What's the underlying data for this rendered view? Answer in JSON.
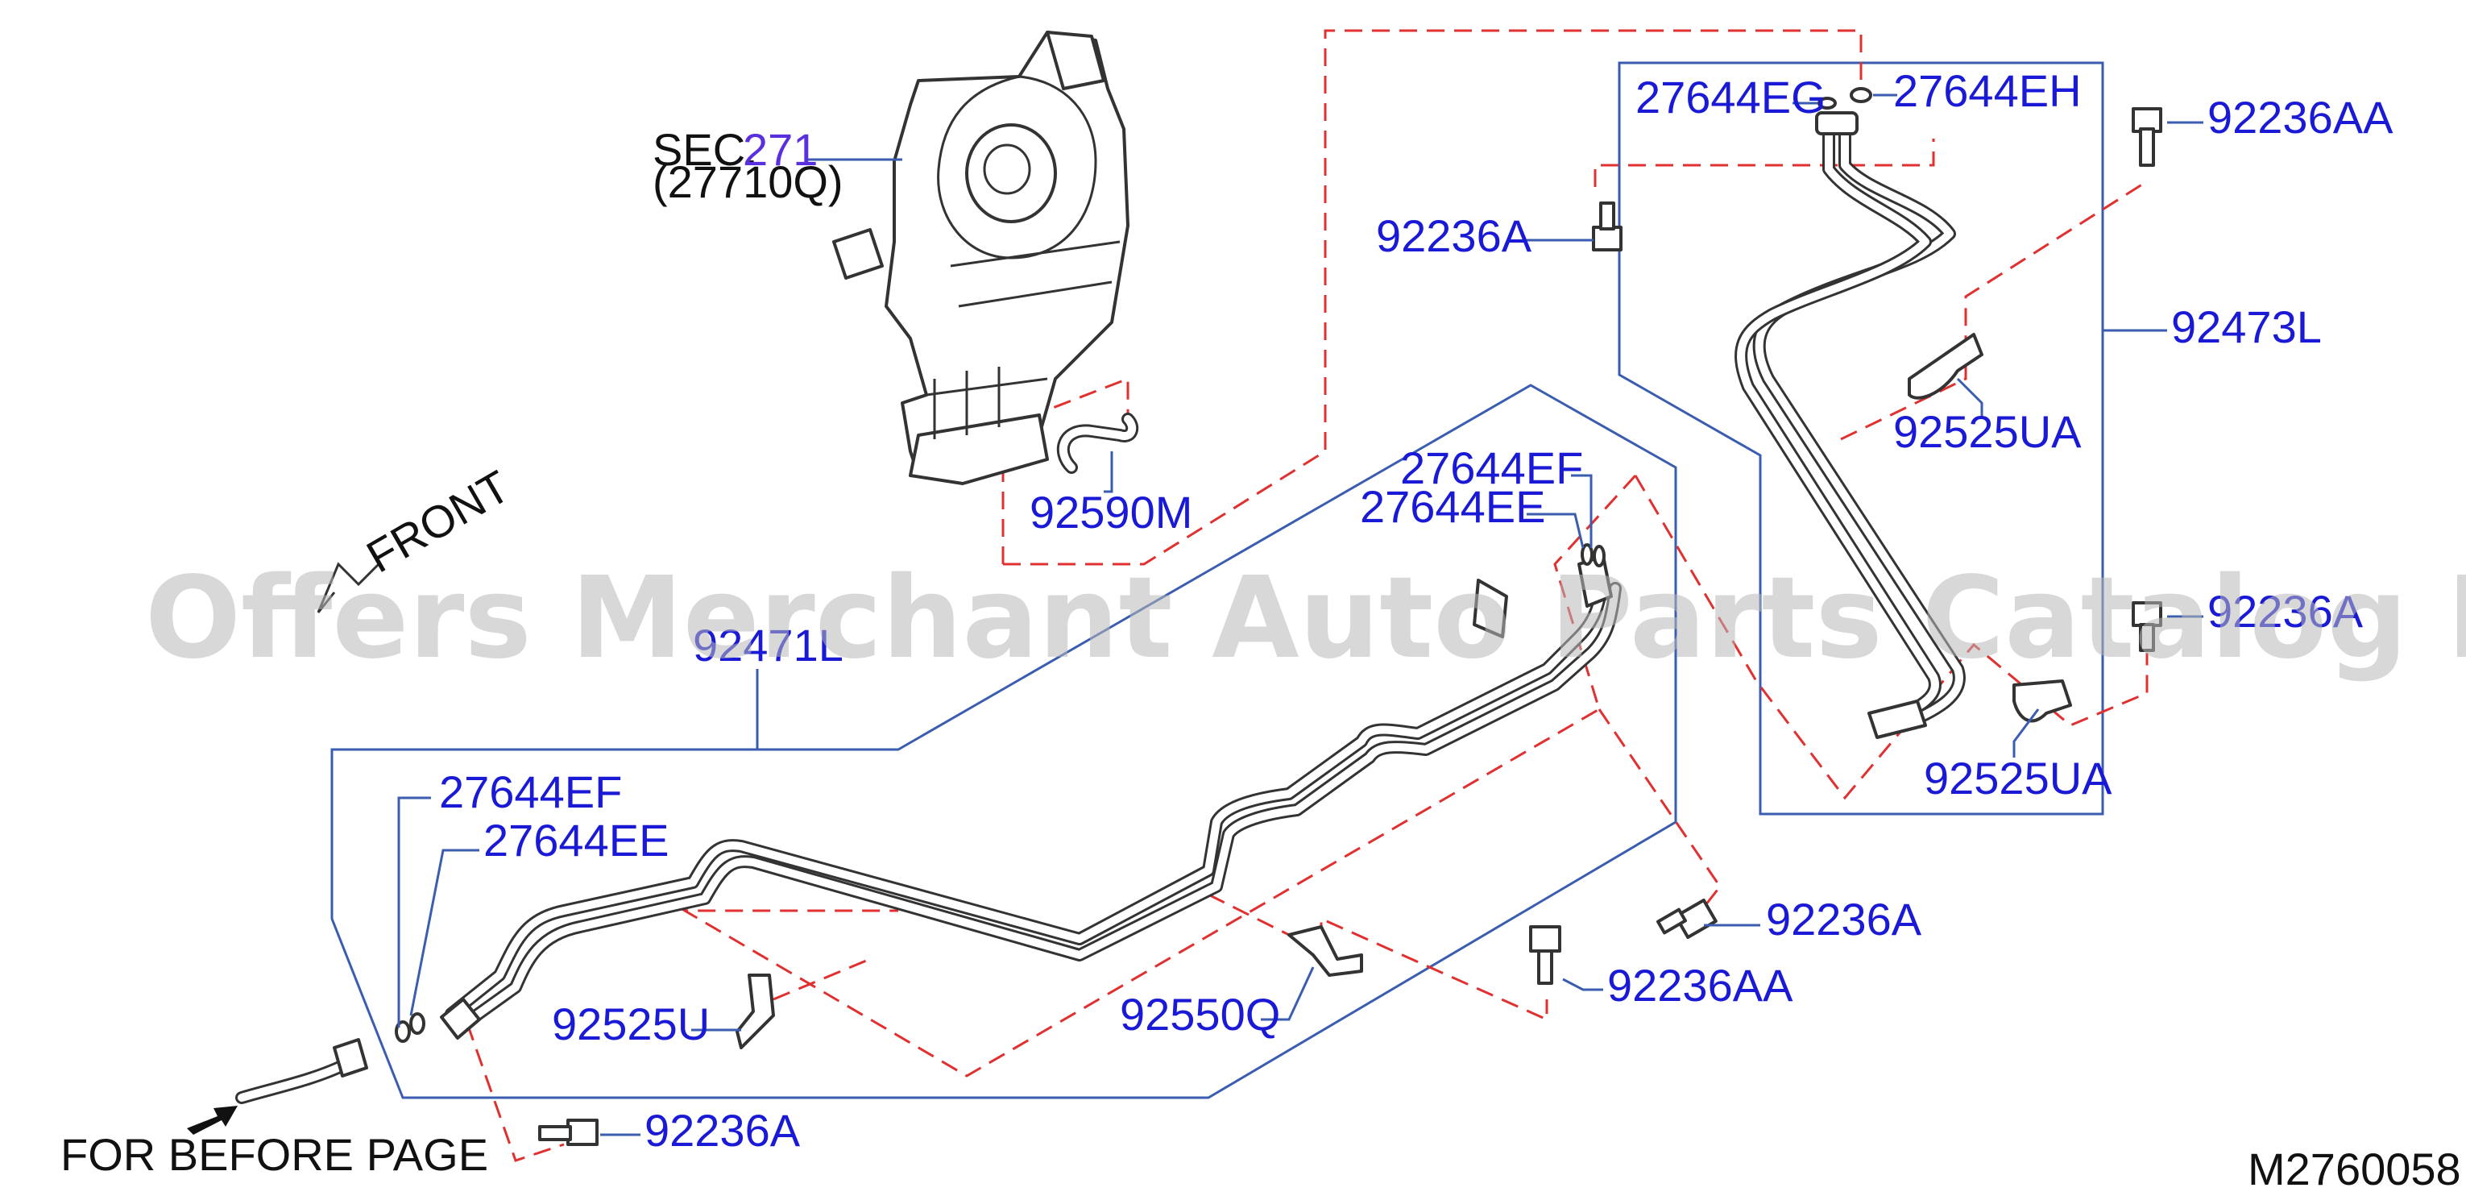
{
  "labels": {
    "sec": "SEC.",
    "sec_num": "271",
    "sec_sub": "(27710Q)",
    "p_92590M": "92590M",
    "p_27644EG": "27644EG",
    "p_27644EH": "27644EH",
    "p_92236AA_top": "92236AA",
    "p_92236A_top": "92236A",
    "p_92473L": "92473L",
    "p_92525UA_top": "92525UA",
    "p_92236A_right": "92236A",
    "p_92525UA_bottom": "92525UA",
    "p_27644EF_mid": "27644EF",
    "p_27644EE_mid": "27644EE",
    "p_92471L": "92471L",
    "p_27644EF_left": "27644EF",
    "p_27644EE_left": "27644EE",
    "p_92525U": "92525U",
    "p_92550Q": "92550Q",
    "p_92236A_mid": "92236A",
    "p_92236AA_mid": "92236AA",
    "p_92236A_bottom": "92236A",
    "front": "FRONT",
    "for_before_page": "FOR  BEFORE  PAGE",
    "diagram_code": "M2760058"
  },
  "watermark": "Offers Merchant Auto Parts Catalog PARTSTORE.SA",
  "colors": {
    "part_number": "#1a1ad6",
    "section_ref": "#5a2fe0",
    "leader_frame": "#3a5db0",
    "dash_line": "#e03030",
    "watermark": "#b8b8b8"
  },
  "icons": [
    "heater-unit-icon",
    "pipe-assembly-icon",
    "bolt-icon",
    "clamp-icon",
    "o-ring-icon",
    "hose-icon",
    "front-arrow-icon",
    "direction-arrow-icon"
  ]
}
